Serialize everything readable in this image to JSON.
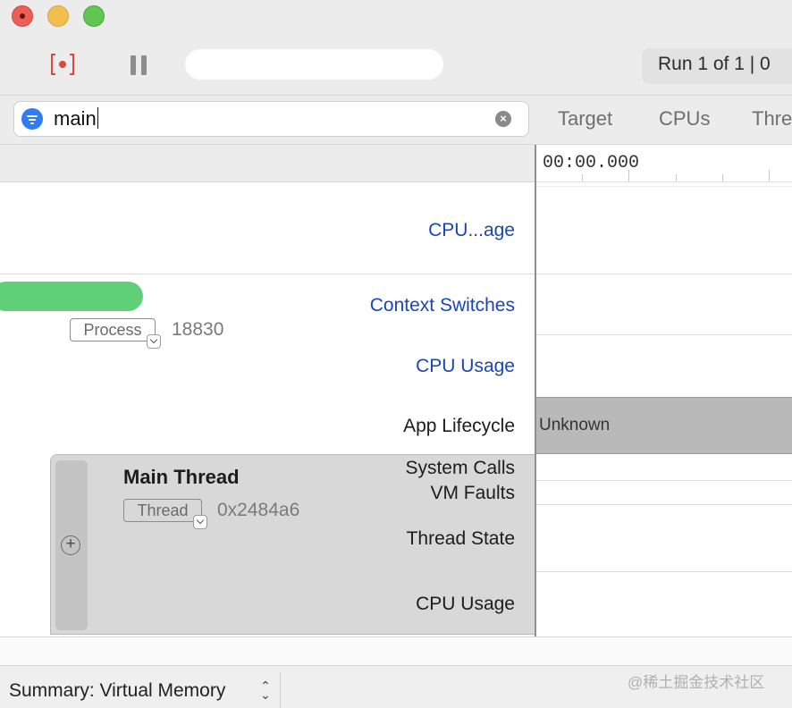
{
  "toolbar": {
    "run_label": "Run 1 of 1  |  0"
  },
  "filter": {
    "value": "main",
    "tabs": [
      "Target",
      "CPUs",
      "Thre"
    ]
  },
  "timeline": {
    "time_origin": "00:00.000"
  },
  "tracks": {
    "cpu_usage_truncated": "CPU...age",
    "context_switches": "Context Switches",
    "cpu_usage": "CPU Usage",
    "app_lifecycle": "App Lifecycle",
    "app_lifecycle_state": "Unknown",
    "system_calls": "System Calls",
    "vm_faults": "VM Faults",
    "thread_state": "Thread State",
    "thread_cpu_usage": "CPU Usage"
  },
  "process": {
    "tag": "Process",
    "pid": "18830"
  },
  "thread": {
    "title": "Main Thread",
    "tag": "Thread",
    "id": "0x2484a6"
  },
  "footer": {
    "summary": "Summary: Virtual Memory"
  },
  "watermark": "@稀土掘金技术社区",
  "colors": {
    "accent_blue": "#1a46b7",
    "search_icon": "#2f7cf6",
    "process_bar": "#5fcf78",
    "record": "#e0473c"
  }
}
